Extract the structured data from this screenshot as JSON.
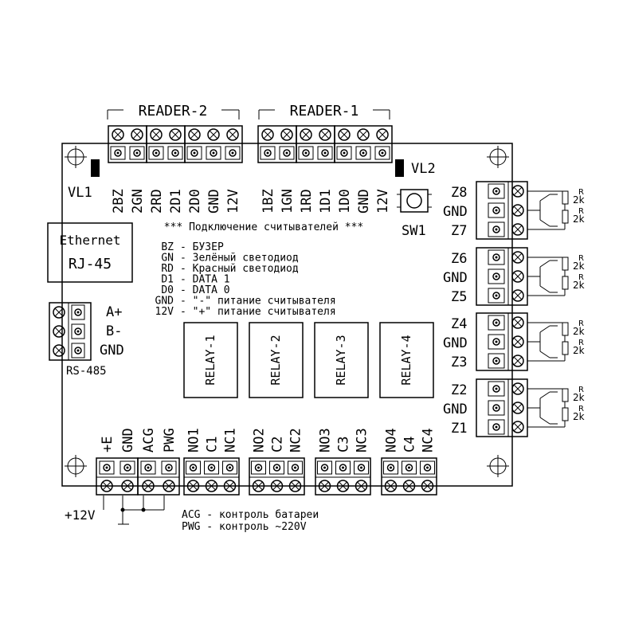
{
  "readers": {
    "reader2": {
      "title": "READER-2",
      "pins": [
        "2BZ",
        "2GN",
        "2RD",
        "2D1",
        "2D0",
        "GND",
        "12V"
      ]
    },
    "reader1": {
      "title": "READER-1",
      "pins": [
        "1BZ",
        "1GN",
        "1RD",
        "1D1",
        "1D0",
        "GND",
        "12V"
      ]
    }
  },
  "leds": {
    "vl1": "VL1",
    "vl2": "VL2"
  },
  "switch": {
    "sw1": "SW1"
  },
  "readers_note": "*** Подключение считывателей ***",
  "legend": [
    {
      "code": "BZ",
      "desc": "БУЗЕР"
    },
    {
      "code": "GN",
      "desc": "Зелёный светодиод"
    },
    {
      "code": "RD",
      "desc": "Красный светодиод"
    },
    {
      "code": "D1",
      "desc": "DATA 1"
    },
    {
      "code": "D0",
      "desc": "DATA 0"
    },
    {
      "code": "GND",
      "desc": "\"-\" питание считывателя"
    },
    {
      "code": "12V",
      "desc": "\"+\" питание считывателя"
    }
  ],
  "ethernet": {
    "line1": "Ethernet",
    "line2": "RJ-45"
  },
  "rs485": {
    "title": "RS-485",
    "pins": [
      "A+",
      "B-",
      "GND"
    ]
  },
  "relays": [
    "RELAY-1",
    "RELAY-2",
    "RELAY-3",
    "RELAY-4"
  ],
  "bottom_pins": {
    "power": [
      "+E",
      "GND",
      "ACG",
      "PWG"
    ],
    "relay1": [
      "NO1",
      "C1",
      "NC1"
    ],
    "relay2": [
      "NO2",
      "C2",
      "NC2"
    ],
    "relay3": [
      "NO3",
      "C3",
      "NC3"
    ],
    "relay4": [
      "NO4",
      "C4",
      "NC4"
    ]
  },
  "zones": [
    {
      "top": "Z8",
      "mid": "GND",
      "bot": "Z7"
    },
    {
      "top": "Z6",
      "mid": "GND",
      "bot": "Z5"
    },
    {
      "top": "Z4",
      "mid": "GND",
      "bot": "Z3"
    },
    {
      "top": "Z2",
      "mid": "GND",
      "bot": "Z1"
    }
  ],
  "resistor": {
    "label": "R",
    "value": "2k"
  },
  "supply_label": "+12V",
  "notes": [
    "ACG - контроль батареи",
    "PWG - контроль ~220V"
  ]
}
